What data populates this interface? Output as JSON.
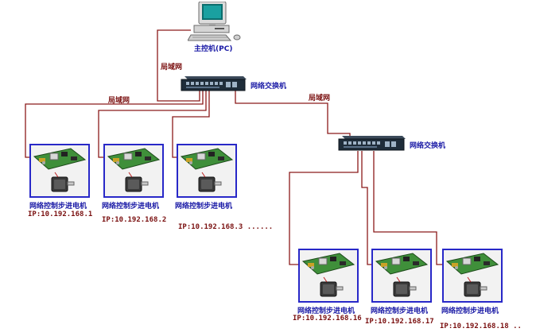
{
  "pc": {
    "label": "主控机(PC)"
  },
  "links": {
    "lan_top": "局域网",
    "lan_left": "局域网",
    "lan_right": "局域网"
  },
  "switches": [
    {
      "label": "网络交换机"
    },
    {
      "label": "网络交换机"
    }
  ],
  "devices": [
    {
      "label": "网络控制步进电机",
      "ip": "IP:10.192.168.1"
    },
    {
      "label": "网络控制步进电机",
      "ip": "IP:10.192.168.2"
    },
    {
      "label": "网络控制步进电机",
      "ip": "IP:10.192.168.3 ......"
    },
    {
      "label": "网络控制步进电机",
      "ip": "IP:10.192.168.16"
    },
    {
      "label": "网络控制步进电机",
      "ip": "IP:10.192.168.17"
    },
    {
      "label": "网络控制步进电机",
      "ip": "IP:10.192.168.18 .."
    }
  ],
  "colors": {
    "wire": "#8b1a1a",
    "device_border": "#2828c8",
    "label_blue": "#1a1aa6",
    "label_red": "#7a1010"
  }
}
